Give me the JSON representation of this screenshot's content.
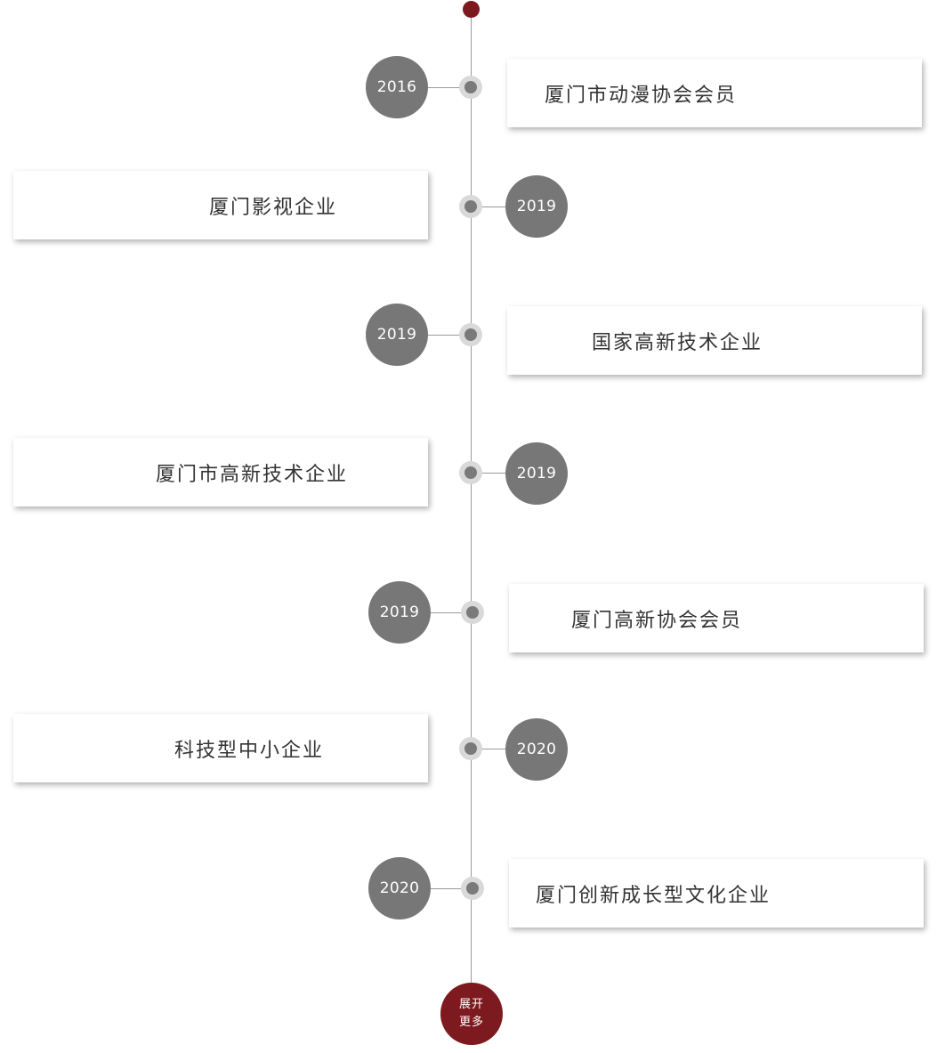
{
  "timeline": {
    "items": [
      {
        "year": "2016",
        "label": "厦门市动漫协会会员"
      },
      {
        "year": "2019",
        "label": "厦门影视企业"
      },
      {
        "year": "2019",
        "label": "国家高新技术企业"
      },
      {
        "year": "2019",
        "label": "厦门市高新技术企业"
      },
      {
        "year": "2019",
        "label": "厦门高新协会会员"
      },
      {
        "year": "2020",
        "label": "科技型中小企业"
      },
      {
        "year": "2020",
        "label": "厦门创新成长型文化企业"
      }
    ],
    "more_button": {
      "line1": "展开",
      "line2": "更多"
    }
  },
  "colors": {
    "accent": "#7c1a1f",
    "year_circle": "#777777",
    "node": "#7a7a7a",
    "line": "#9a9a9a"
  }
}
